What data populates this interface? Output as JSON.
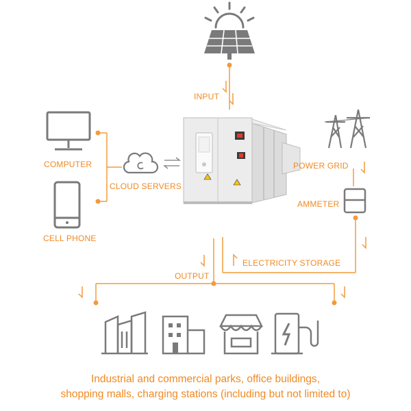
{
  "labels": {
    "input": "INPUT",
    "computer": "COMPUTER",
    "cloud_servers": "CLOUD SERVERS",
    "cell_phone": "CELL PHONE",
    "power_grid": "POWER GRID",
    "ammeter": "AMMETER",
    "output": "OUTPUT",
    "electricity_storage": "ELECTRICITY STORAGE"
  },
  "caption": {
    "line1": "Industrial and commercial parks, office buildings,",
    "line2": "shopping malls, charging stations (including but not limited to)"
  },
  "colors": {
    "accent": "#f08a24",
    "icon_gray": "#7a7a7a",
    "line_orange": "#f39a3c"
  },
  "icons": [
    "sun-icon",
    "solar-panel-icon",
    "computer-icon",
    "cloud-icon",
    "phone-icon",
    "power-tower-icon",
    "ammeter-icon",
    "container-battery-icon",
    "factory-icon",
    "office-building-icon",
    "shop-icon",
    "charging-station-icon"
  ]
}
